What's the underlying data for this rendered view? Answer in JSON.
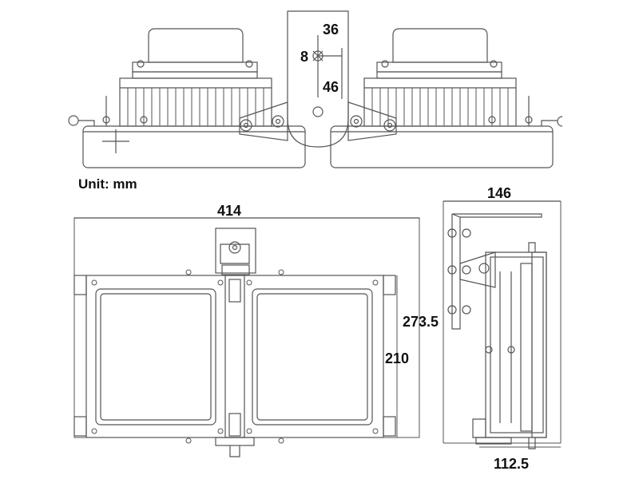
{
  "unit_label": "Unit: mm",
  "dimensions": {
    "top_36": "36",
    "top_8": "8",
    "top_46": "46",
    "front_width": "414",
    "front_height_outer": "273.5",
    "front_height_inner": "210",
    "side_depth_top": "146",
    "side_depth_bottom": "112.5"
  },
  "colors": {
    "line": "#555555",
    "dim_text": "#111111",
    "background": "#ffffff"
  }
}
